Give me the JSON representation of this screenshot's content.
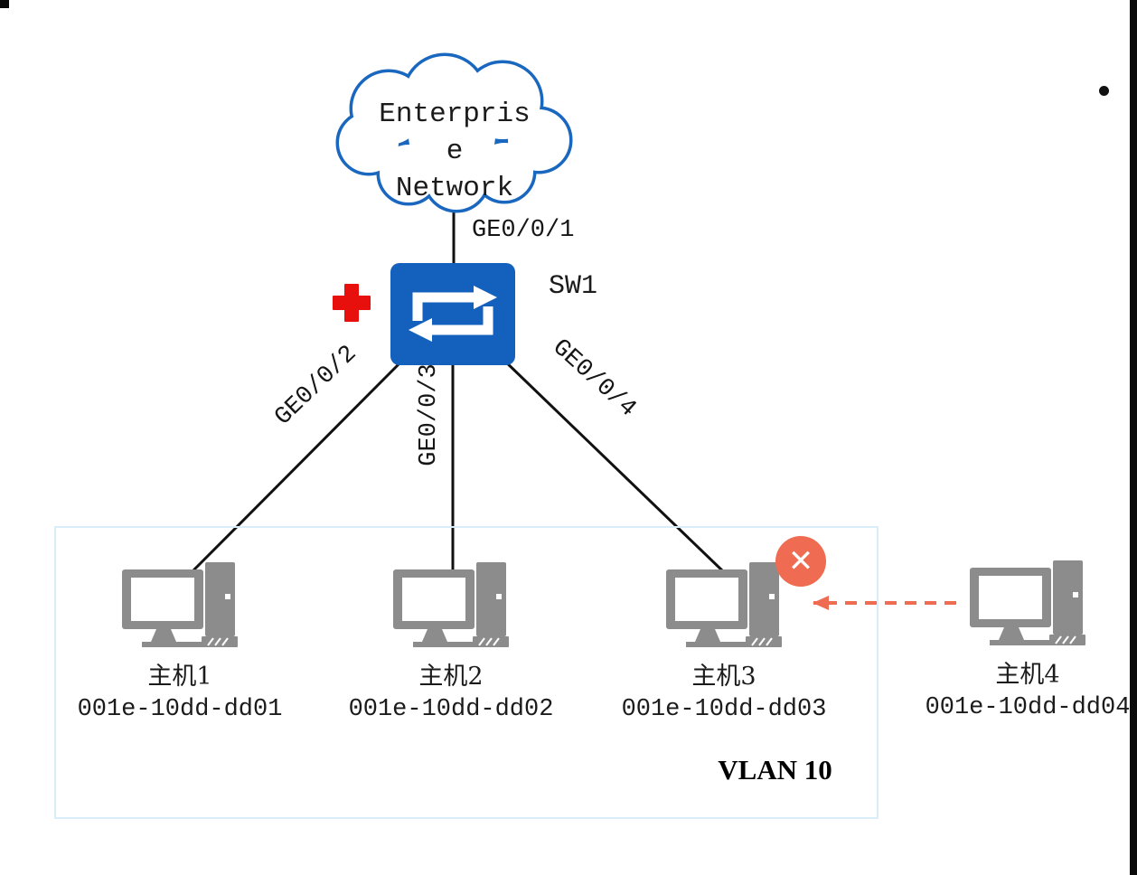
{
  "cloud": {
    "label": "Enterpris\ne\nNetwork"
  },
  "switch": {
    "label": "SW1"
  },
  "ports": {
    "uplink": "GE0/0/1",
    "port2": "GE0/0/2",
    "port3": "GE0/0/3",
    "port4": "GE0/0/4"
  },
  "hosts": [
    {
      "name": "主机1",
      "mac": "001e-10dd-dd01"
    },
    {
      "name": "主机2",
      "mac": "001e-10dd-dd02"
    },
    {
      "name": "主机3",
      "mac": "001e-10dd-dd03"
    },
    {
      "name": "主机4",
      "mac": "001e-10dd-dd04"
    }
  ],
  "vlan": {
    "label": "VLAN 10"
  },
  "badges": {
    "blocked_x": "✕"
  },
  "colors": {
    "cloud_stroke": "#1a67c0",
    "switch_blue": "#1460bd",
    "host_gray": "#8c8c8c",
    "plus_red": "#e8100c",
    "block_red": "#ef6b51",
    "vlan_border": "#d9eef8",
    "line_black": "#111111"
  }
}
